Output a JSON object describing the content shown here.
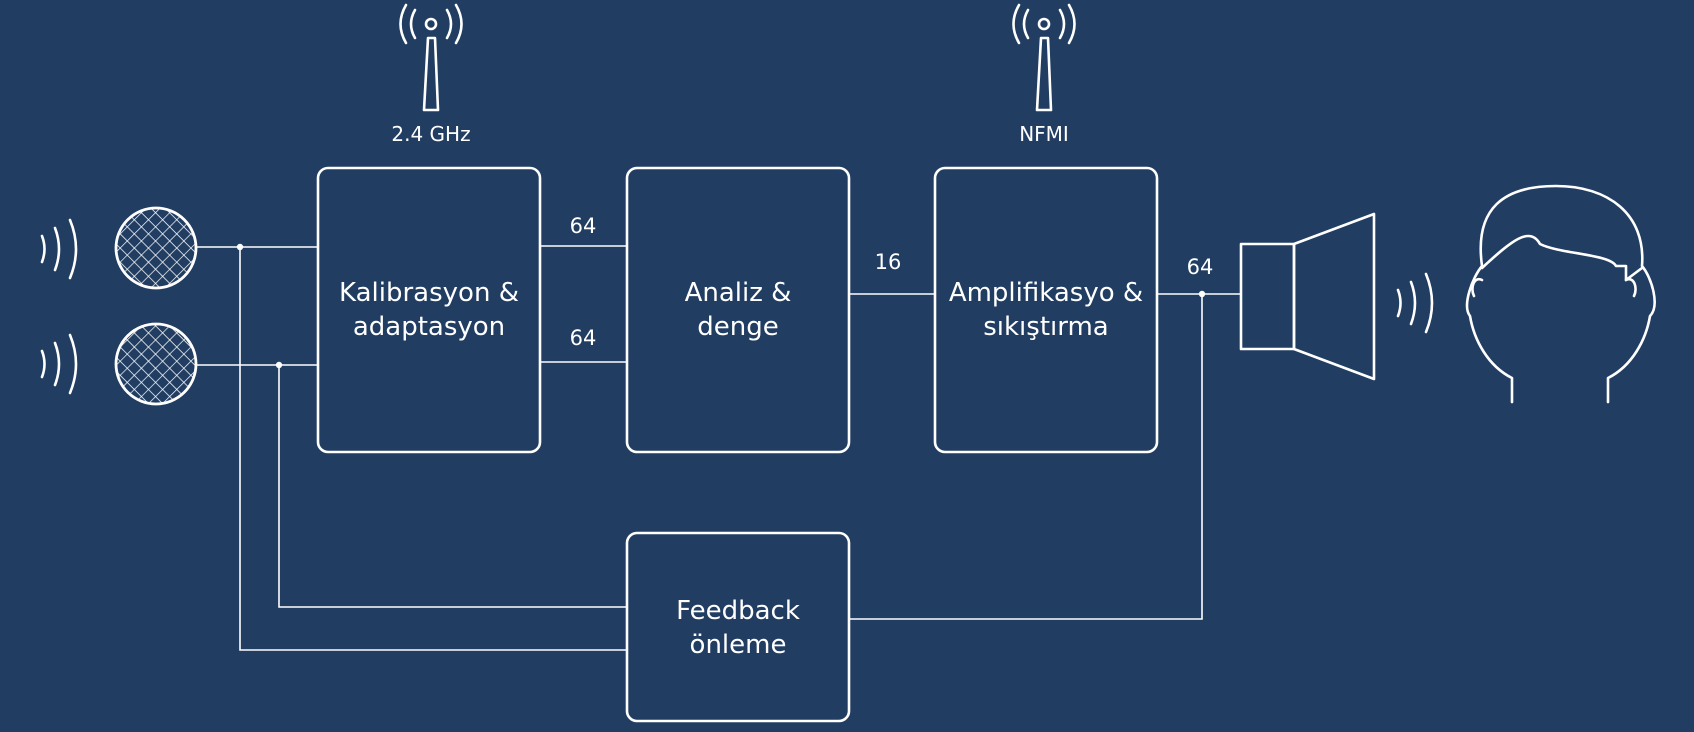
{
  "colors": {
    "background": "#213d62",
    "stroke": "#ffffff"
  },
  "antennas": [
    {
      "label": "2.4 GHz",
      "icon": "antenna-icon"
    },
    {
      "label": "NFMI",
      "icon": "antenna-icon"
    }
  ],
  "blocks": {
    "calibration": {
      "line1": "Kalibrasyon &",
      "line2": "adaptasyon"
    },
    "analysis": {
      "line1": "Analiz &",
      "line2": "denge"
    },
    "amplification": {
      "line1": "Amplifikasyo &",
      "line2": "sıkıştırma"
    },
    "feedback": {
      "line1": "Feedback",
      "line2": "önleme"
    }
  },
  "edges": {
    "cal_to_analysis_top": "64",
    "cal_to_analysis_bottom": "64",
    "analysis_to_amp": "16",
    "amp_to_speaker": "64"
  },
  "icons": [
    "sound-wave-icon",
    "microphone-icon",
    "speaker-icon",
    "head-icon"
  ]
}
